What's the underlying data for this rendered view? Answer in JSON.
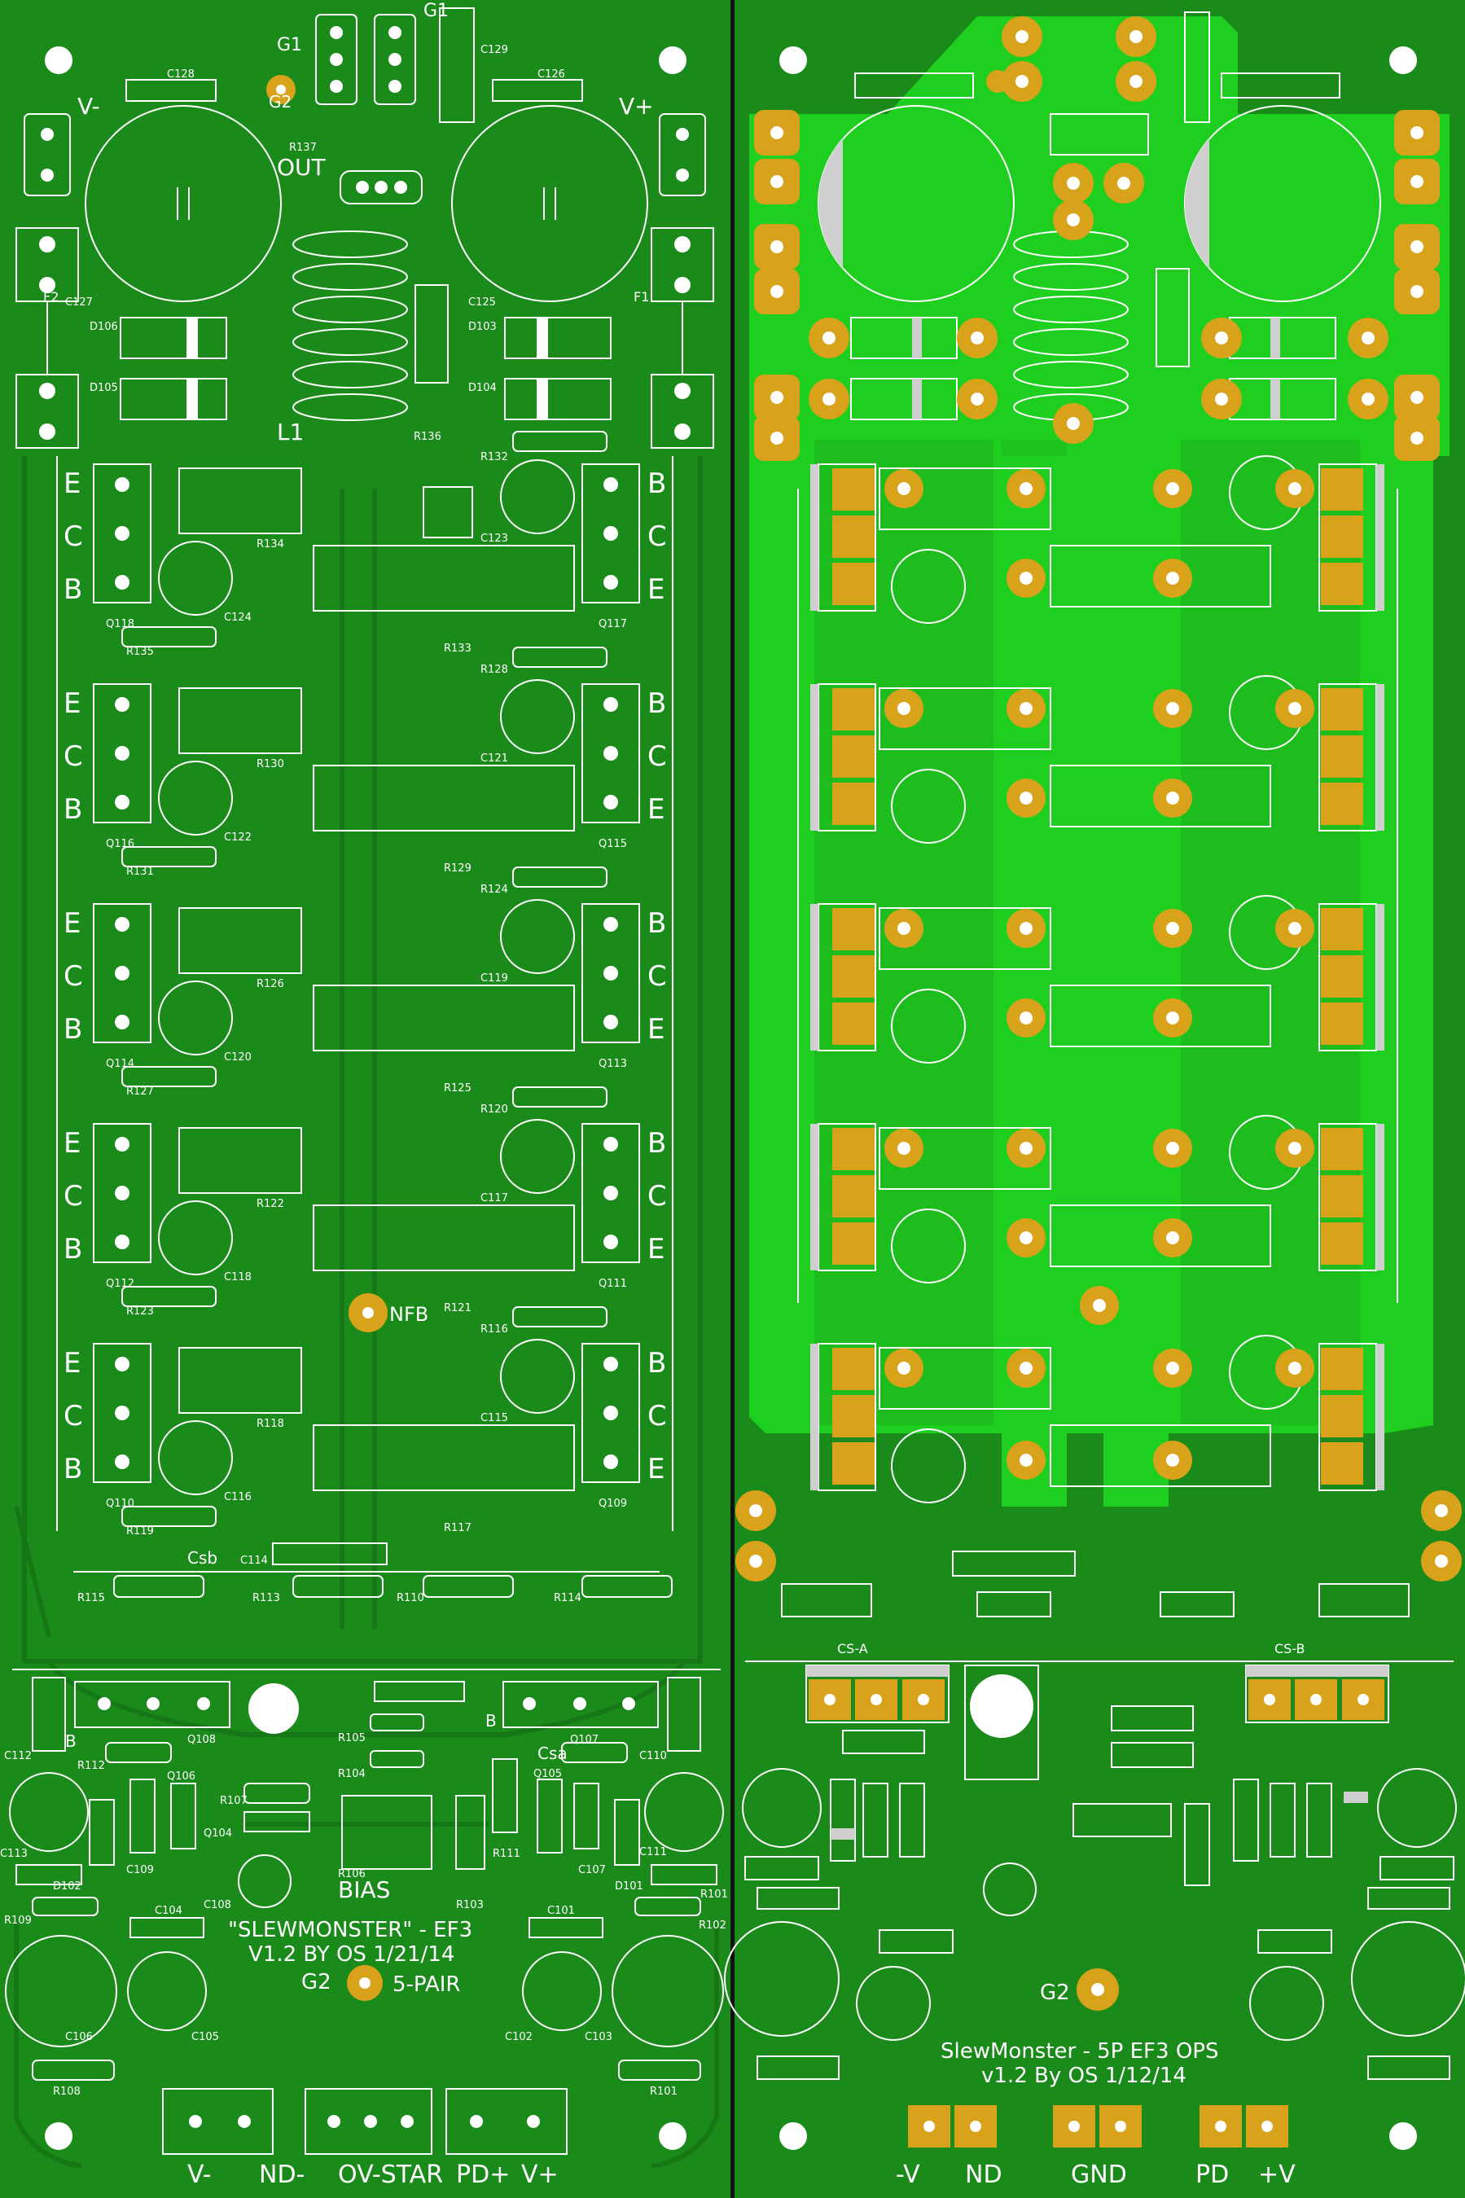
{
  "colors": {
    "board_green": "#1a8a1a",
    "trace_green": "#167a16",
    "copper_bright": "#1fcf1f",
    "silk": "#ffffff",
    "pad_gold": "#d8a21a",
    "pad_hole": "#ffffff",
    "divider": "#111111",
    "grey_band": "#cfcfcf"
  },
  "left_panel": {
    "labels": {
      "g1_a": "G1",
      "g1_b": "G1",
      "g2": "G2",
      "v_minus": "V-",
      "v_plus": "V+",
      "out": "OUT",
      "l1": "L1",
      "f1": "F1",
      "f2": "F2",
      "nfb": "NFB",
      "csb": "Csb",
      "csa": "Csa",
      "bias": "BIAS",
      "title_line1": "\"SLEWMONSTER\" - EF3",
      "title_line2": "V1.2 BY OS 1/21/14",
      "g2_bottom": "G2",
      "five_pair": "5-PAIR",
      "b_q108": "B",
      "b_q107": "B"
    },
    "components": {
      "c128": "C128",
      "c129": "C129",
      "c126": "C126",
      "r137": "R137",
      "c127": "C127",
      "c125": "C125",
      "d106": "D106",
      "d105": "D105",
      "d103": "D103",
      "d104": "D104",
      "r136": "R136",
      "r132": "R132",
      "r134": "R134",
      "c123": "C123",
      "q118": "Q118",
      "c124": "C124",
      "q117": "Q117",
      "r135": "R135",
      "r133": "R133",
      "r128": "R128",
      "r130": "R130",
      "c121": "C121",
      "q116": "Q116",
      "c122": "C122",
      "q115": "Q115",
      "r131": "R131",
      "r129": "R129",
      "r124": "R124",
      "r126": "R126",
      "c119": "C119",
      "q114": "Q114",
      "c120": "C120",
      "q113": "Q113",
      "r127": "R127",
      "r125": "R125",
      "r120": "R120",
      "r122": "R122",
      "c117": "C117",
      "q112": "Q112",
      "c118": "C118",
      "q111": "Q111",
      "r123": "R123",
      "r121": "R121",
      "r116": "R116",
      "r118": "R118",
      "c115": "C115",
      "q110": "Q110",
      "c116": "C116",
      "q109": "Q109",
      "r119": "R119",
      "r117": "R117",
      "c114": "C114",
      "r115": "R115",
      "r113": "R113",
      "r110": "R110",
      "r114": "R114",
      "c112": "C112",
      "q108": "Q108",
      "r112": "R112",
      "q106": "Q106",
      "r105": "R105",
      "r104": "R104",
      "q107": "Q107",
      "c110": "C110",
      "q105": "Q105",
      "r107": "R107",
      "q104": "Q104",
      "c113": "C113",
      "d102": "D102",
      "c109": "C109",
      "r106": "R106",
      "r111": "R111",
      "c107": "C107",
      "c111": "C111",
      "d101": "D101",
      "r109": "R109",
      "c104": "C104",
      "c108": "C108",
      "r103": "R103",
      "c101": "C101",
      "r101_b": "R101",
      "r102": "R102",
      "c106": "C106",
      "c105": "C105",
      "c102": "C102",
      "c103": "C103",
      "r108": "R108",
      "r101": "R101"
    },
    "ebc_left": [
      "E",
      "C",
      "B"
    ],
    "bce_right": [
      "B",
      "C",
      "E"
    ],
    "connector_labels": [
      "V-",
      "ND-",
      "OV-STAR",
      "PD+",
      "V+"
    ]
  },
  "right_panel": {
    "labels": {
      "cs_a": "CS-A",
      "cs_b": "CS-B",
      "g2": "G2",
      "title_line1": "SlewMonster - 5P EF3 OPS",
      "title_line2": "v1.2 By OS 1/12/14"
    },
    "connector_labels": [
      "-V",
      "ND",
      "GND",
      "PD",
      "+V"
    ]
  }
}
